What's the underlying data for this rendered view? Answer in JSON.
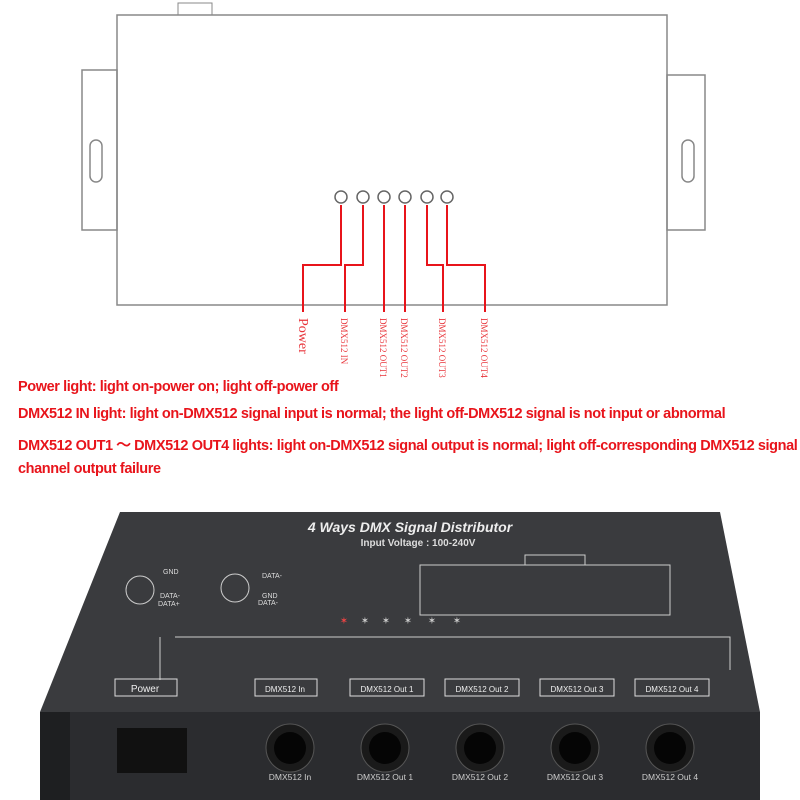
{
  "diagram": {
    "led_labels": [
      "Power",
      "DMX512  IN",
      "DMX512  OUT1",
      "DMX512  OUT2",
      "DMX512  OUT3",
      "DMX512  OUT4"
    ],
    "line_color": "#e8141b"
  },
  "descriptions": [
    "Power light: light on-power on; light off-power off",
    "DMX512 IN light: light on-DMX512 signal input is normal; the light off-DMX512 signal is not input or abnormal",
    "DMX512 OUT1 ～ DMX512 OUT4 lights: light on-DMX512 signal output is normal; light off-corresponding DMX512 signal",
    "channel output failure"
  ],
  "device": {
    "title": "4 Ways DMX Signal Distributor",
    "subtitle": "Input Voltage : 100-240V",
    "pin_left": [
      "GND",
      "DATA-",
      "DATA+"
    ],
    "pin_right": [
      "DATA-",
      "GND",
      "DATA-"
    ],
    "panel_labels": [
      "Power",
      "DMX512 In",
      "DMX512 Out 1",
      "DMX512 Out 2",
      "DMX512 Out 3",
      "DMX512 Out 4"
    ],
    "port_labels": [
      "DMX512 In",
      "DMX512 Out 1",
      "DMX512 Out 2",
      "DMX512 Out 3",
      "DMX512 Out 4"
    ]
  }
}
